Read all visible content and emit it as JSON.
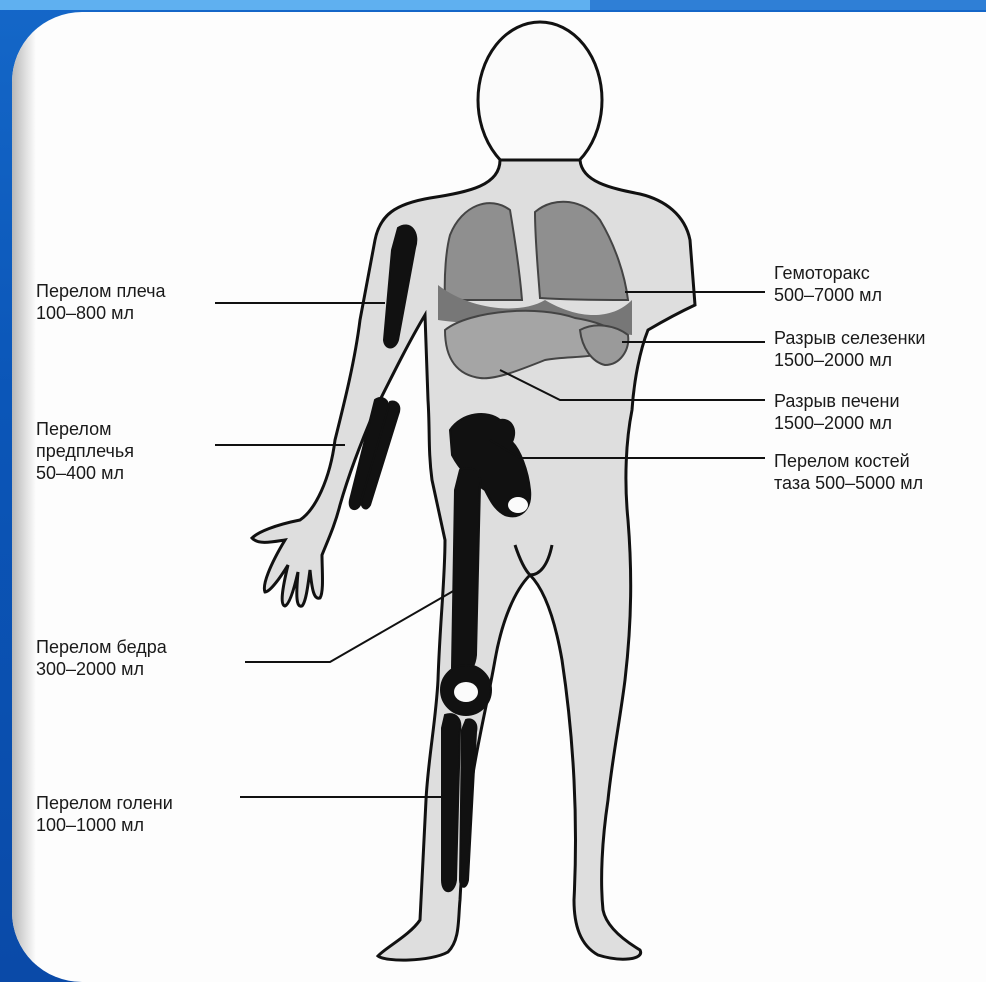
{
  "colors": {
    "background_blue": "#0b56b8",
    "panel": "#fdfdfd",
    "body_fill": "#dcdcdc",
    "bone": "#111111",
    "organ": "#9a9a9a"
  },
  "labels": {
    "shoulder": "Перелом плеча\n100–800 мл",
    "forearm": "Перелом\nпредплечья\n50–400 мл",
    "thigh": "Перелом бедра\n300–2000 мл",
    "shin": "Перелом голени\n100–1000 мл",
    "hemothorax": "Гемоторакс\n500–7000 мл",
    "spleen": "Разрыв селезенки\n1500–2000 мл",
    "liver": "Разрыв печени\n1500–2000 мл",
    "pelvis": "Перелом костей\nтаза 500–5000 мл"
  }
}
